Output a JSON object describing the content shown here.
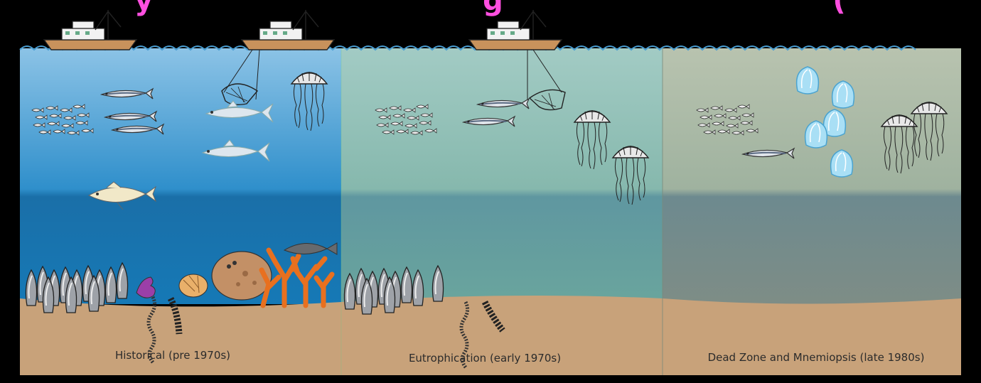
{
  "title": "y                               g                               (",
  "panels": [
    {
      "label": "Historical (pre 1970s)"
    },
    {
      "label": "Eutrophication (early 1970s)"
    },
    {
      "label": "Dead Zone and Mnemiopsis (late 1980s)"
    }
  ],
  "colors": {
    "panel1_water": "#2f8fc8",
    "panel2_water": "#8fbfb5",
    "panel3_water": "#a9b7a6",
    "sediment": "#c8a27a",
    "title": "#ff4fe0"
  },
  "icons": [
    "fishing-boat-icon",
    "trawl-net-icon",
    "jellyfish-icon",
    "fish-school-icon",
    "anchovy-icon",
    "cod-fish-icon",
    "mussel-icon",
    "worm-icon",
    "flatfish-icon",
    "coral-icon",
    "mnemiopsis-icon"
  ]
}
